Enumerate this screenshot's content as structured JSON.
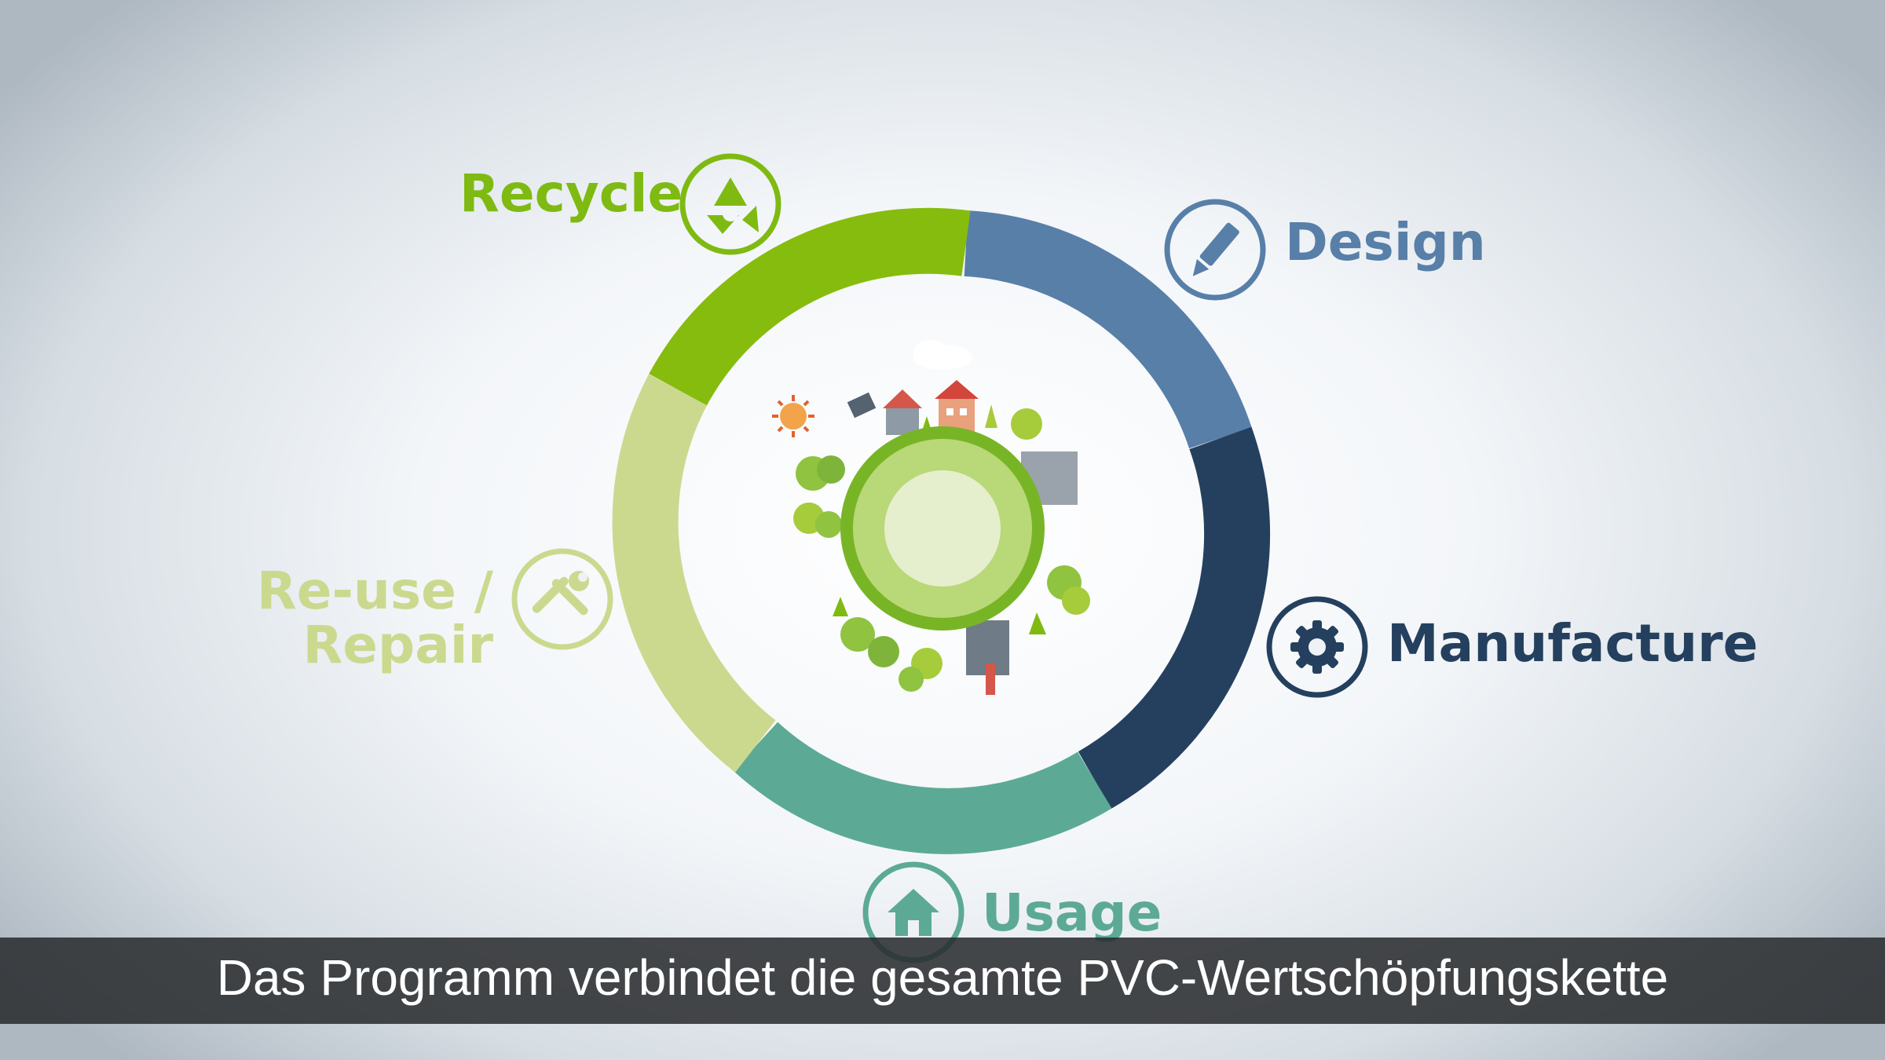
{
  "diagram": {
    "stages": [
      {
        "id": "recycle",
        "label": "Recycle",
        "icon": "recycle-icon",
        "color": "#7fba12"
      },
      {
        "id": "design",
        "label": "Design",
        "icon": "pencil-icon",
        "color": "#587fa8"
      },
      {
        "id": "manufacture",
        "label": "Manufacture",
        "icon": "gear-icon",
        "color": "#25405e"
      },
      {
        "id": "usage",
        "label": "Usage",
        "icon": "house-icon",
        "color": "#5caa95"
      },
      {
        "id": "reuse",
        "label_line1": "Re-use /",
        "label_line2": "Repair",
        "icon": "wrench-icon",
        "color": "#cbd98f"
      }
    ],
    "center_icon": "globe-icon"
  },
  "subtitle": "Das Programm verbindet die gesamte PVC-Wertschöpfungskette",
  "colors": {
    "background": "#eef2f5",
    "subtitle_bar": "#2c2e30"
  }
}
